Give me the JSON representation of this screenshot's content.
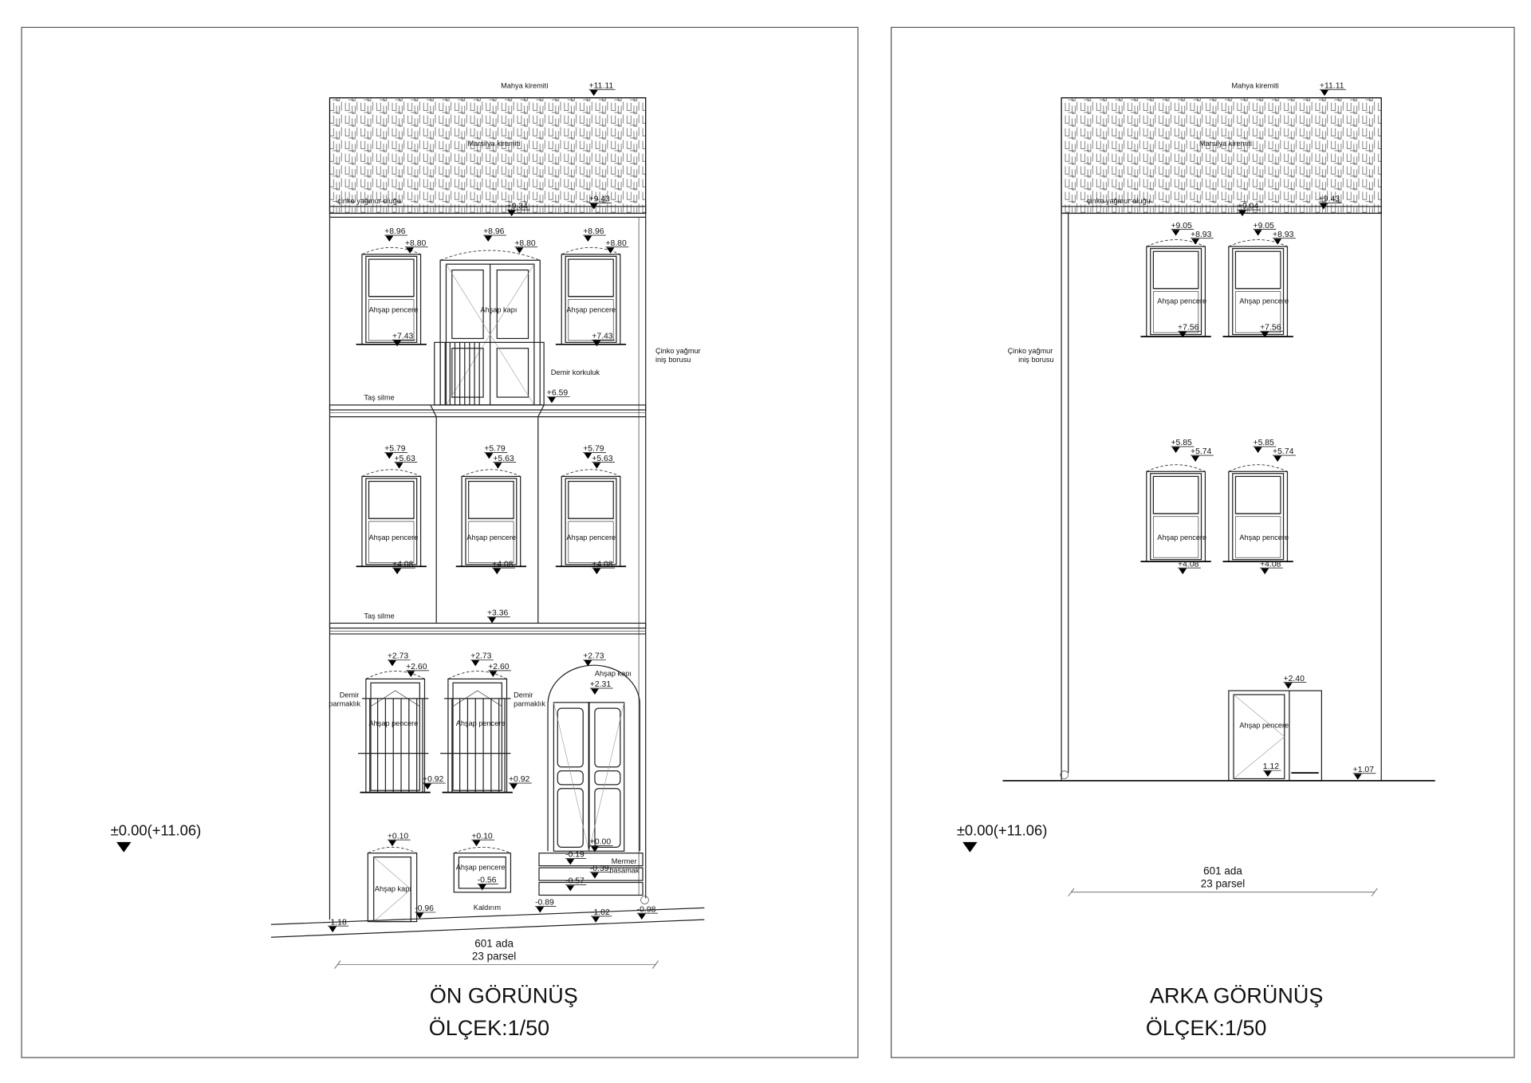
{
  "front": {
    "title": "ÖN GÖRÜNÜŞ",
    "scale": "ÖLÇEK:1/50",
    "datum": "±0.00(+11.06)",
    "parcel_ada": "601 ada",
    "parcel_no": "23 parsel",
    "labels": {
      "mahya": "Mahya kiremiti",
      "marsilya": "Marsilya kiremiti",
      "oluk": "çinko yağmur oluğu",
      "pencere": "Ahşap pencere",
      "kapi": "Ahşap kapı",
      "korkuluk": "Demir korkuluk",
      "silme": "Taş silme",
      "boru1": "Çinko yağmur",
      "boru2": "iniş borusu",
      "parmaklik1": "Demir",
      "parmaklik2": "parmaklık",
      "mermer1": "Mermer",
      "mermer2": "basamak",
      "kaldirim": "Kaldırım"
    },
    "levels": [
      "+11.11",
      "+9.34",
      "+9.43",
      "+8.96",
      "+8.96",
      "+8.96",
      "+8.80",
      "+8.80",
      "+8.80",
      "+7.43",
      "+7.43",
      "+6.59",
      "+5.79",
      "+5.79",
      "+5.79",
      "+5.63",
      "+5.63",
      "+5.63",
      "+4.08",
      "+4.08",
      "+4.08",
      "+3.36",
      "+2.73",
      "+2.73",
      "+2.73",
      "+2.60",
      "+2.60",
      "+2.31",
      "+0.92",
      "+0.92",
      "+0.10",
      "+0.10",
      "+0.00",
      "-0.19",
      "-0.39",
      "-0.57",
      "-0.56",
      "-0.89",
      "-1.02",
      "-0.98",
      "-0.96",
      "-1.18"
    ]
  },
  "rear": {
    "title": "ARKA GÖRÜNÜŞ",
    "scale": "ÖLÇEK:1/50",
    "datum": "±0.00(+11.06)",
    "parcel_ada": "601 ada",
    "parcel_no": "23 parsel",
    "labels": {
      "mahya": "Mahya kiremiti",
      "marsilya": "Marsilya kiremiti",
      "oluk": "çinko yağmur oluğu",
      "pencere": "Ahşap pencere",
      "boru1": "Çinko yağmur",
      "boru2": "iniş borusu"
    },
    "levels": [
      "+11.11",
      "+9.04",
      "+9.43",
      "+9.05",
      "+9.05",
      "+8.93",
      "+8.93",
      "+7.56",
      "+7.56",
      "+5.85",
      "+5.85",
      "+5.74",
      "+5.74",
      "+4.08",
      "+4.08",
      "+2.40",
      "1.12",
      "+1.07"
    ]
  }
}
